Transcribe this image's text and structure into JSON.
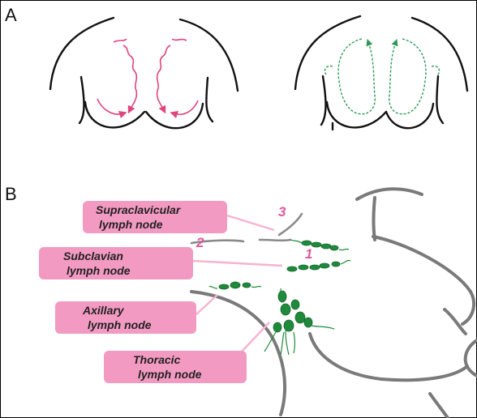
{
  "panels": {
    "a": {
      "letter": "A"
    },
    "b": {
      "letter": "B"
    }
  },
  "labels": {
    "supraclavicular": {
      "line1": "Supraclavicular",
      "line2": "lymph node",
      "number": "3"
    },
    "subclavian": {
      "line1": "Subclavian",
      "line2": "lymph node",
      "number": "2"
    },
    "axillary": {
      "line1": "Axillary",
      "line2": "lymph node",
      "number": "1"
    },
    "thoracic": {
      "line1": "Thoracic",
      "line2": "lymph node"
    }
  },
  "colors": {
    "outline": "#111111",
    "arrow_pink": "#e0457b",
    "arrow_green": "#2e9a57",
    "node_green": "#1f8a3c",
    "label_fill": "#f39ac3",
    "number_pink": "#e0579b",
    "leader_line": "#f7b3cf",
    "body_gray": "#777777"
  }
}
